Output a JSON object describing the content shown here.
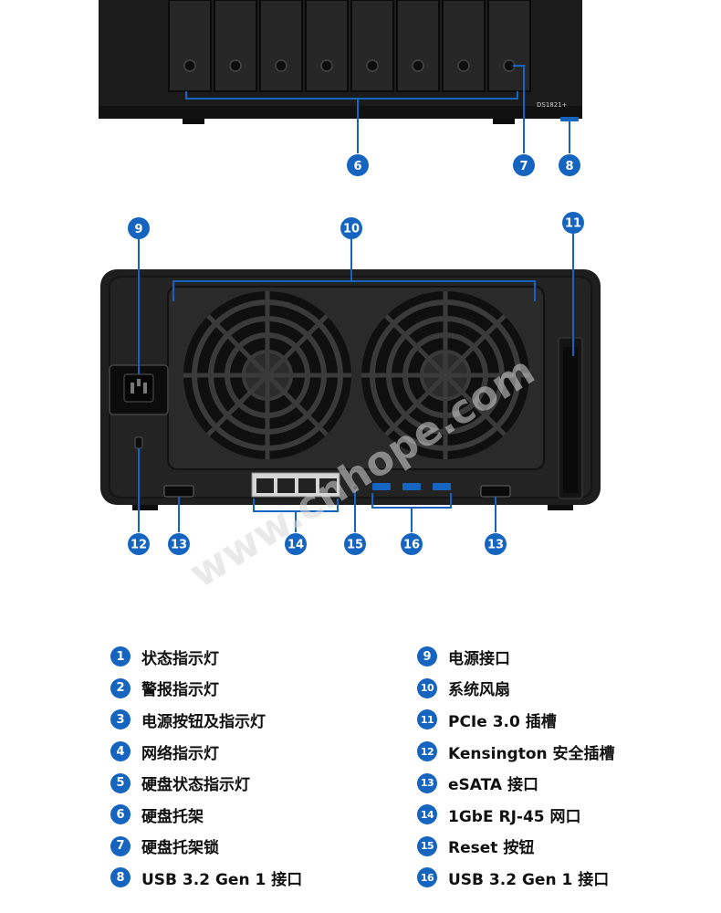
{
  "colors": {
    "accent": "#1565c0",
    "device": "#1e1e1e",
    "callout_line": "#1565c0"
  },
  "watermark": "www.cnhope.com",
  "model_label": "DS1821+",
  "front_callouts": [
    "6",
    "7",
    "8"
  ],
  "rear_callouts": [
    "9",
    "10",
    "11",
    "12",
    "13",
    "14",
    "15",
    "16",
    "13"
  ],
  "legend_left": [
    {
      "num": "1",
      "label": "状态指示灯"
    },
    {
      "num": "2",
      "label": "警报指示灯"
    },
    {
      "num": "3",
      "label": "电源按钮及指示灯"
    },
    {
      "num": "4",
      "label": "网络指示灯"
    },
    {
      "num": "5",
      "label": "硬盘状态指示灯"
    },
    {
      "num": "6",
      "label": "硬盘托架"
    },
    {
      "num": "7",
      "label": "硬盘托架锁"
    },
    {
      "num": "8",
      "label": "USB 3.2 Gen 1 接口"
    }
  ],
  "legend_right": [
    {
      "num": "9",
      "label": "电源接口"
    },
    {
      "num": "10",
      "label": "系统风扇"
    },
    {
      "num": "11",
      "label": "PCIe 3.0 插槽"
    },
    {
      "num": "12",
      "label": "Kensington 安全插槽"
    },
    {
      "num": "13",
      "label": "eSATA 接口"
    },
    {
      "num": "14",
      "label": "1GbE RJ-45 网口"
    },
    {
      "num": "15",
      "label": "Reset 按钮"
    },
    {
      "num": "16",
      "label": "USB 3.2 Gen 1 接口"
    }
  ]
}
